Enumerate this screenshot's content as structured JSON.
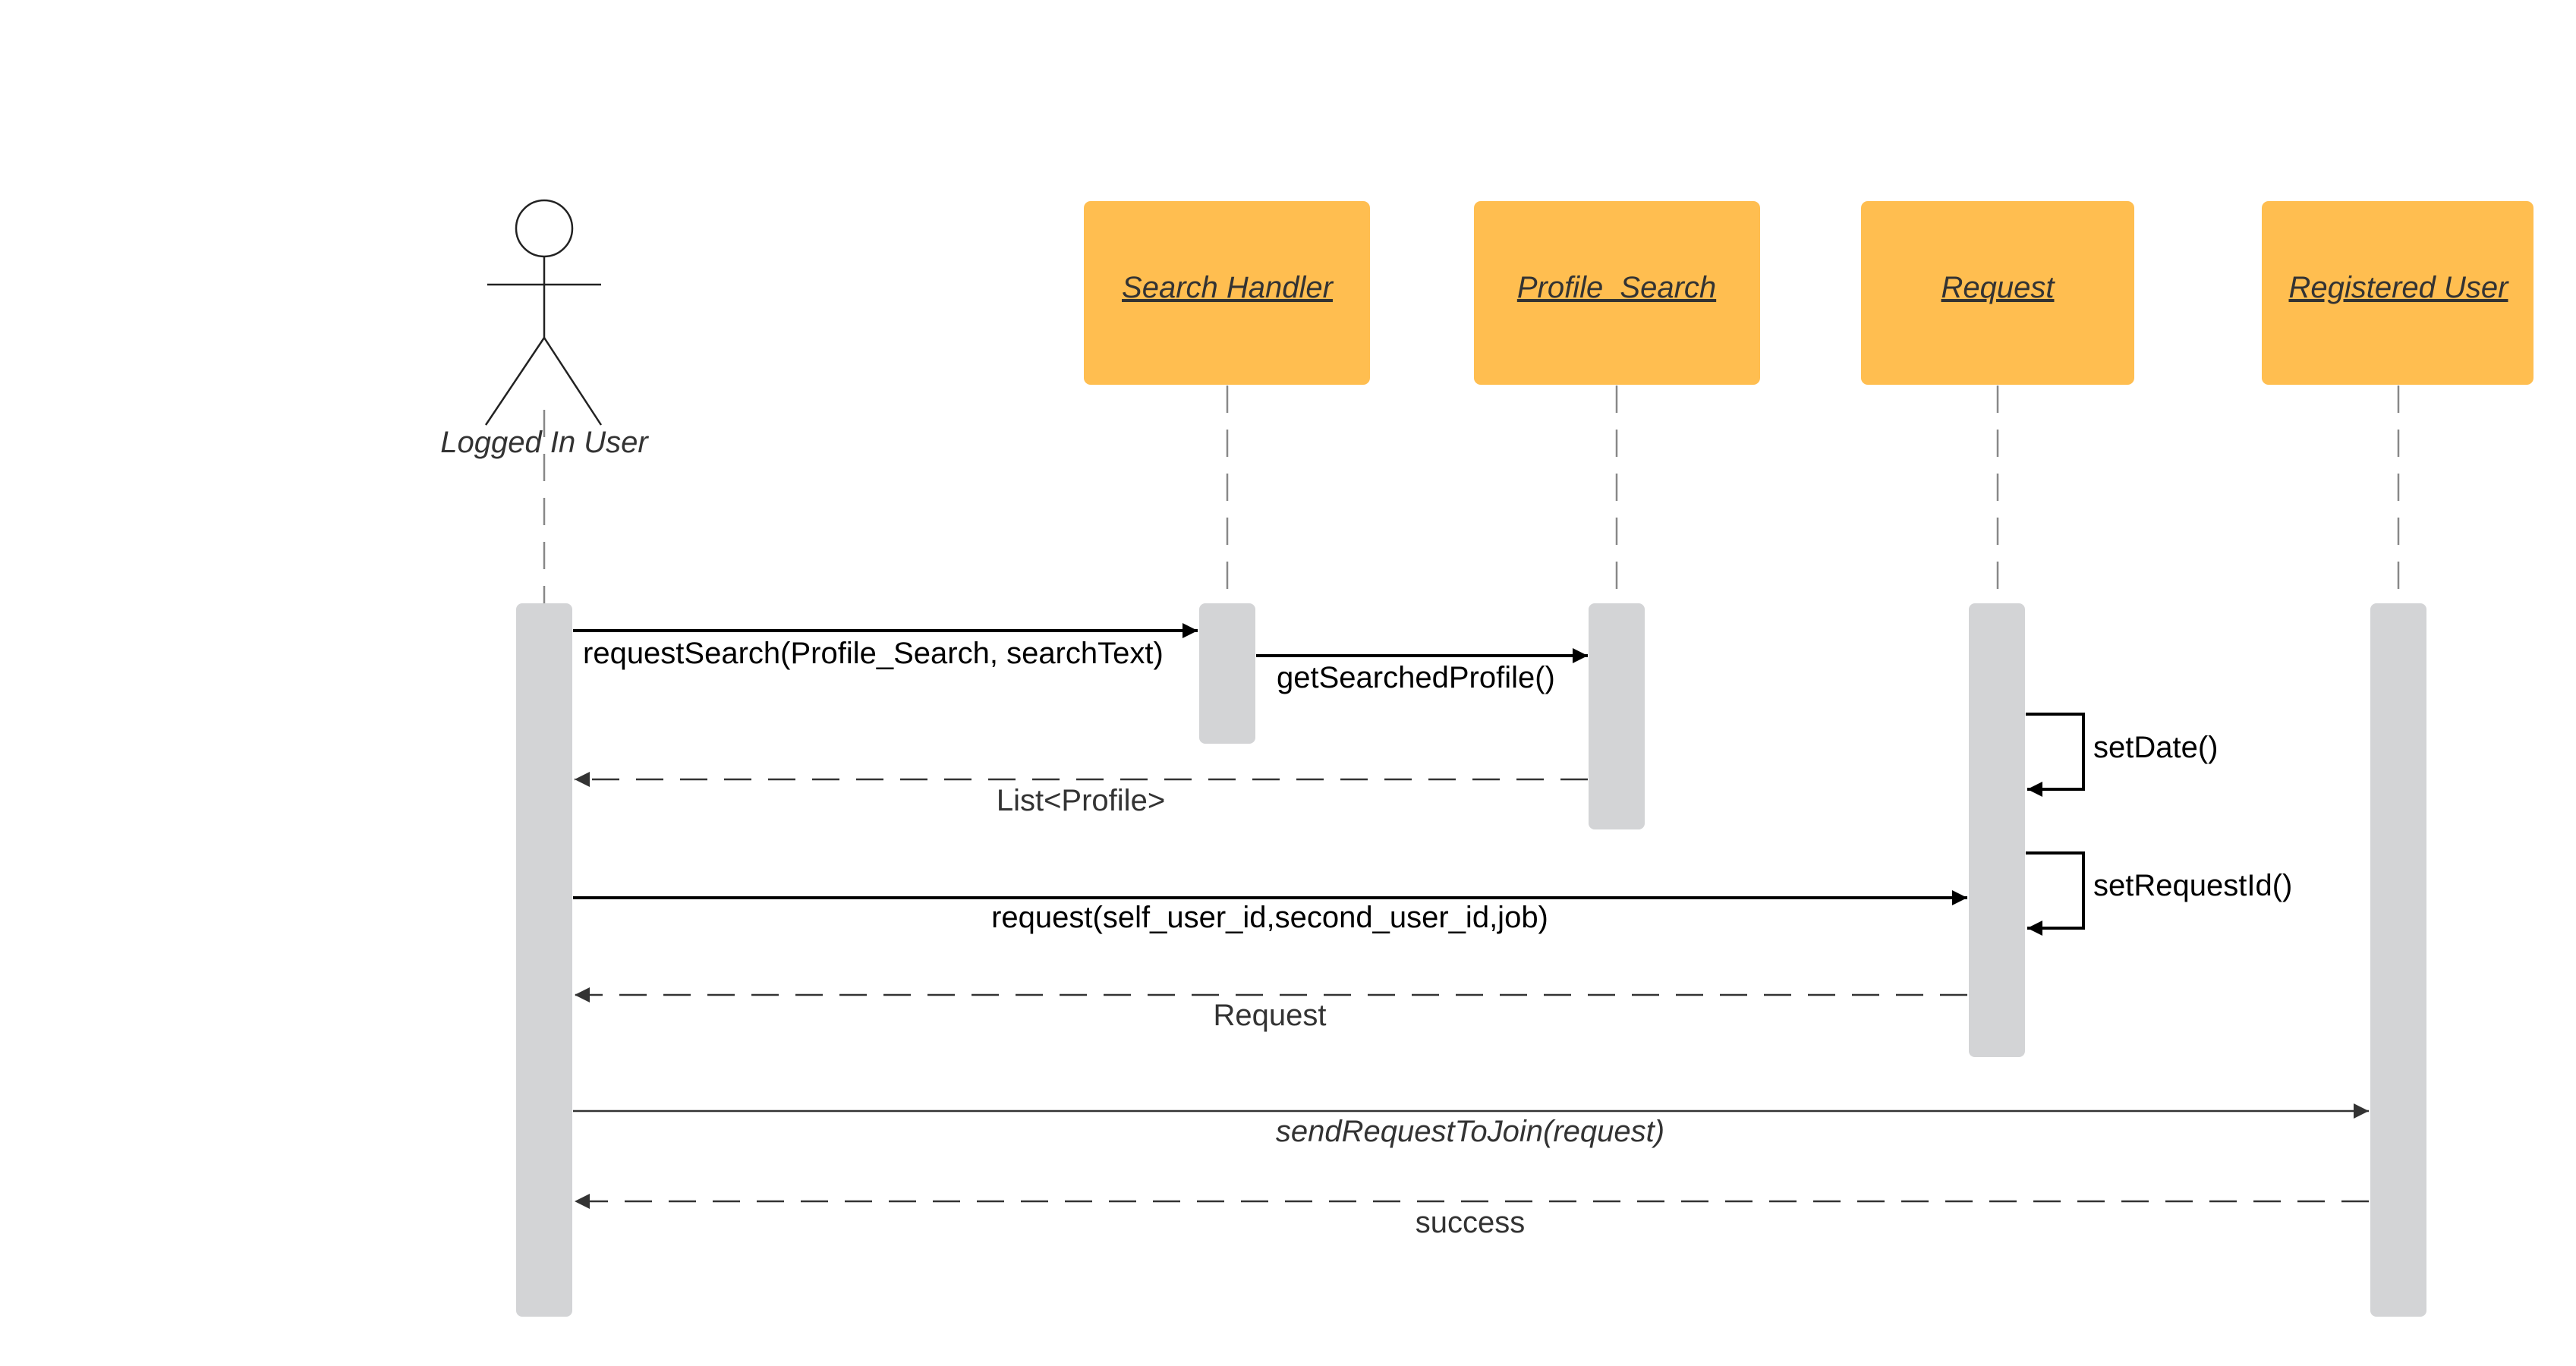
{
  "colors": {
    "object_fill": "#ffbe50",
    "activation_fill": "#d3d4d6",
    "lifeline": "#888888",
    "solid_arrow": "#000000",
    "return_arrow": "#333333"
  },
  "actor": {
    "name": "Logged In User"
  },
  "objects": [
    {
      "id": "search-handler",
      "name": "Search Handler"
    },
    {
      "id": "profile-search",
      "name": "Profile  Search"
    },
    {
      "id": "request",
      "name": "Request"
    },
    {
      "id": "registered-user",
      "name": "Registered User"
    }
  ],
  "messages": [
    {
      "id": "request-search",
      "label": "requestSearch(Profile_Search, searchText)",
      "from": "Logged In User",
      "to": "Search Handler",
      "kind": "call"
    },
    {
      "id": "get-searched-profile",
      "label": "getSearchedProfile()",
      "from": "Search Handler",
      "to": "Profile  Search",
      "kind": "call"
    },
    {
      "id": "set-date",
      "label": "setDate()",
      "from": "Request",
      "to": "Request",
      "kind": "self"
    },
    {
      "id": "list-profile",
      "label": "List<Profile>",
      "from": "Profile  Search",
      "to": "Logged In User",
      "kind": "return"
    },
    {
      "id": "set-request-id",
      "label": "setRequestId()",
      "from": "Request",
      "to": "Request",
      "kind": "self"
    },
    {
      "id": "request-call",
      "label": "request(self_user_id,second_user_id,job)",
      "from": "Logged In User",
      "to": "Request",
      "kind": "call"
    },
    {
      "id": "request-return",
      "label": "Request",
      "from": "Request",
      "to": "Logged In User",
      "kind": "return"
    },
    {
      "id": "send-request-to-join",
      "label": "sendRequestToJoin(request)",
      "from": "Logged In User",
      "to": "Registered User",
      "kind": "async"
    },
    {
      "id": "success",
      "label": "success",
      "from": "Registered User",
      "to": "Logged In User",
      "kind": "return"
    }
  ]
}
